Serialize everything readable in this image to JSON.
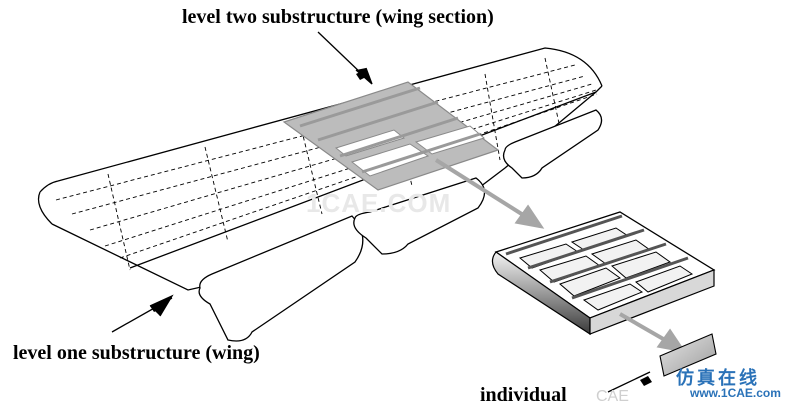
{
  "labels": {
    "level_two": "level two substructure (wing section)",
    "level_one": "level one substructure (wing)",
    "individual": "individual"
  },
  "watermark": {
    "site_text": "1CAE.COM",
    "brand_cn": "仿真在线",
    "brand_url": "www.1CAE.com",
    "faint_text": "CAE"
  },
  "colors": {
    "line": "#000000",
    "section_fill": "#bcbcbc",
    "arrow": "#a6a6a6",
    "watermark_blue": "#2a72b8"
  }
}
